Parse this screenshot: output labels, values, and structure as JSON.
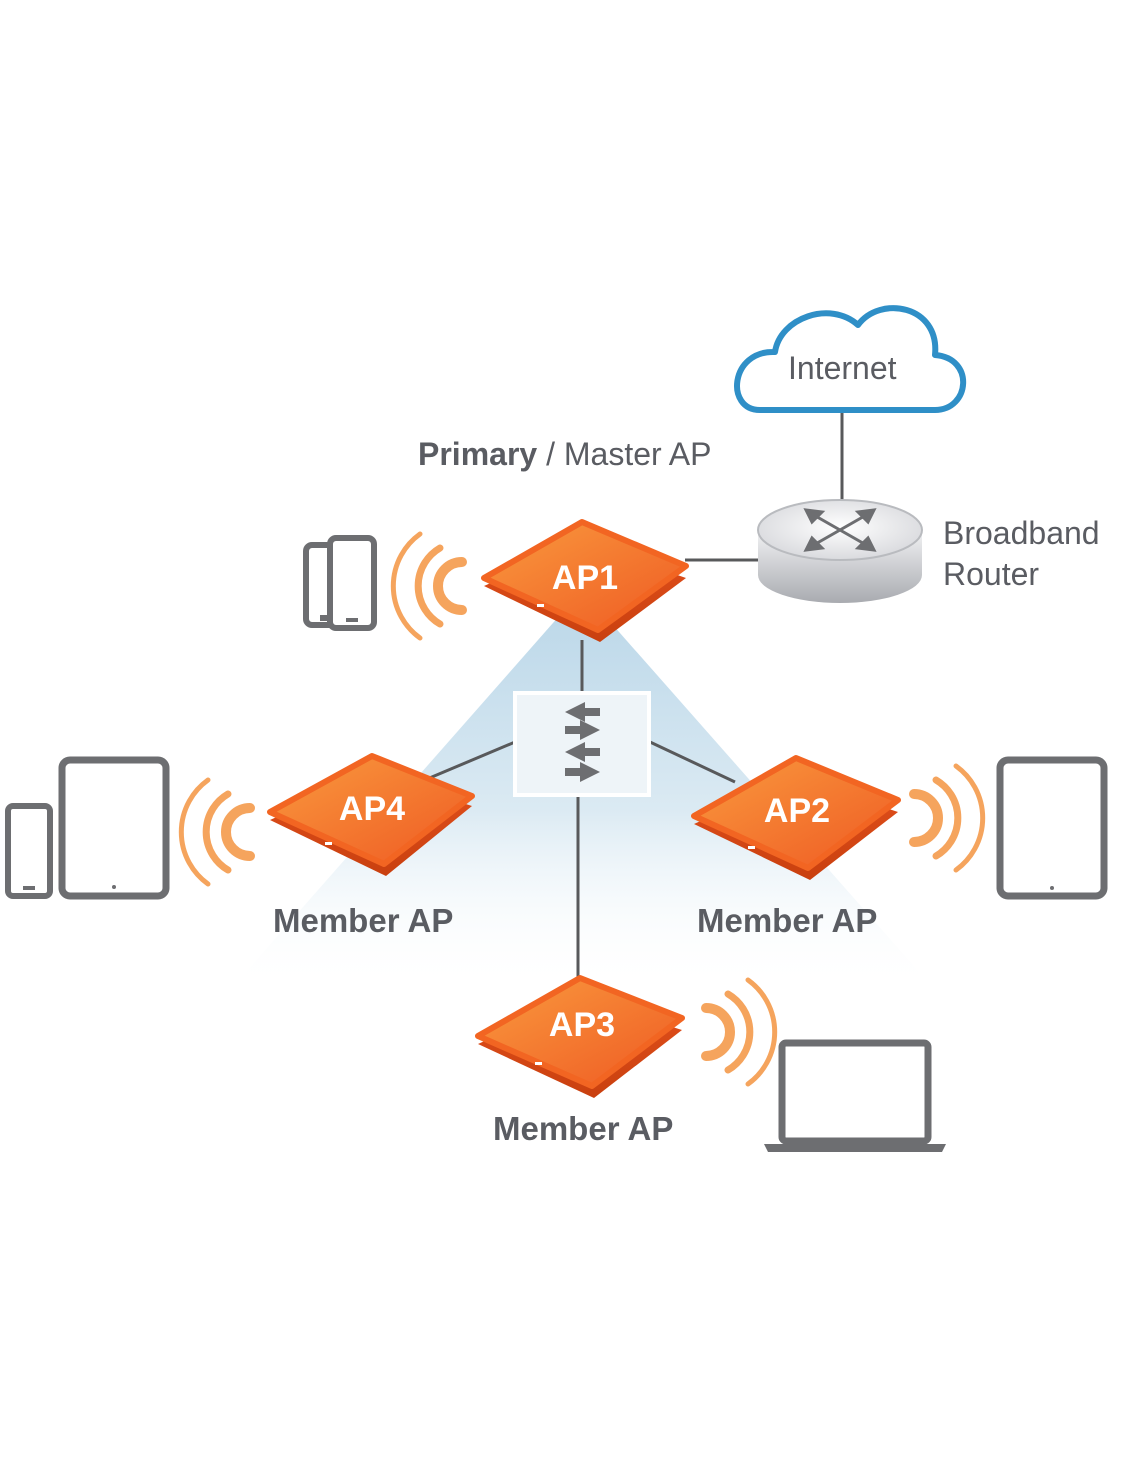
{
  "labels": {
    "internet": "Internet",
    "primary_bold": "Primary",
    "primary_rest": " / Master AP",
    "router_line1": "Broadband",
    "router_line2": "Router",
    "member_ap4": "Member AP",
    "member_ap2": "Member AP",
    "member_ap3": "Member AP"
  },
  "access_points": [
    {
      "id": "ap1",
      "label": "AP1"
    },
    {
      "id": "ap2",
      "label": "AP2"
    },
    {
      "id": "ap3",
      "label": "AP3"
    },
    {
      "id": "ap4",
      "label": "AP4"
    }
  ],
  "colors": {
    "ap_orange": "#f26522",
    "ap_orange_light": "#f7893b",
    "signal": "#f5a45d",
    "cloud_outline": "#2f8fc7",
    "device_gray": "#6d6e71",
    "link_gray": "#58595b",
    "triangle_blue": "#cfe3ef"
  },
  "icons": {
    "cloud": "cloud-icon",
    "router": "router-icon",
    "switch": "switch-icon",
    "phone": "phone-icon",
    "tablet": "tablet-icon",
    "laptop": "laptop-icon",
    "signal": "wifi-signal-icon"
  }
}
